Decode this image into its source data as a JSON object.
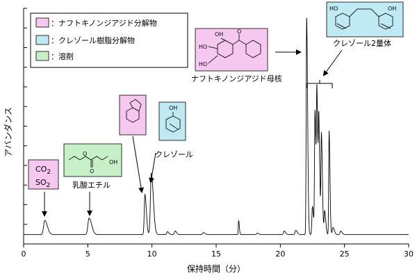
{
  "chart_data": {
    "type": "line",
    "title": "",
    "xlabel": "保持時間（分）",
    "ylabel": "アバンダンス",
    "xlim": [
      0,
      30
    ],
    "ylim": [
      0,
      100
    ],
    "xticks": [
      "0",
      "5",
      "10",
      "15",
      "20",
      "25",
      "30"
    ],
    "xtick_values": [
      0,
      5,
      10,
      15,
      20,
      25,
      30
    ],
    "ytick_count": 13,
    "grid": false,
    "line_color": "#000000",
    "baseline": 4,
    "peaks": [
      {
        "x": 1.65,
        "h": 6,
        "w": 0.09
      },
      {
        "x": 5.1,
        "h": 7,
        "w": 0.09
      },
      {
        "x": 9.45,
        "h": 17,
        "w": 0.05
      },
      {
        "x": 9.95,
        "h": 26,
        "w": 0.07
      },
      {
        "x": 11.2,
        "h": 1.2,
        "w": 0.05
      },
      {
        "x": 11.8,
        "h": 1.5,
        "w": 0.05
      },
      {
        "x": 14.0,
        "h": 0.8,
        "w": 0.06
      },
      {
        "x": 16.75,
        "h": 6,
        "w": 0.025
      },
      {
        "x": 18.2,
        "h": 0.6,
        "w": 0.05
      },
      {
        "x": 20.3,
        "h": 1.5,
        "w": 0.05
      },
      {
        "x": 21.2,
        "h": 1.8,
        "w": 0.05
      },
      {
        "x": 22.05,
        "h": 92,
        "w": 0.035
      },
      {
        "x": 22.5,
        "h": 12,
        "w": 0.04
      },
      {
        "x": 22.7,
        "h": 52,
        "w": 0.035
      },
      {
        "x": 22.85,
        "h": 56,
        "w": 0.035
      },
      {
        "x": 23.0,
        "h": 44,
        "w": 0.035
      },
      {
        "x": 23.2,
        "h": 42,
        "w": 0.035
      },
      {
        "x": 23.45,
        "h": 10,
        "w": 0.04
      },
      {
        "x": 23.8,
        "h": 44,
        "w": 0.03
      },
      {
        "x": 24.1,
        "h": 3,
        "w": 0.05
      },
      {
        "x": 24.7,
        "h": 1.5,
        "w": 0.05
      }
    ],
    "legend": {
      "placement": "top-left",
      "entries": [
        {
          "name": "：ナフトキノンジアジド分解物",
          "color": "#f6c8f0"
        },
        {
          "name": "：クレゾール樹脂分解物",
          "color": "#bfeaf3"
        },
        {
          "name": "：溶剤",
          "color": "#c8f0c8"
        }
      ]
    },
    "annotations": {
      "co2_line1": "CO",
      "co2_sub1": "2",
      "co2_line2": "SO",
      "co2_sub2": "2",
      "lactate": "乳酸エチル",
      "cresol": "クレゾール",
      "naphtho_core": "ナフトキノンジアジド母核",
      "cresol_dimer": "クレゾール2量体",
      "oh_labels": [
        "OH",
        "HO",
        "HO",
        "OH"
      ],
      "colors": {
        "pink": "#f6c8f0",
        "cyan": "#bfeaf3",
        "green": "#c8f0c8"
      }
    }
  }
}
